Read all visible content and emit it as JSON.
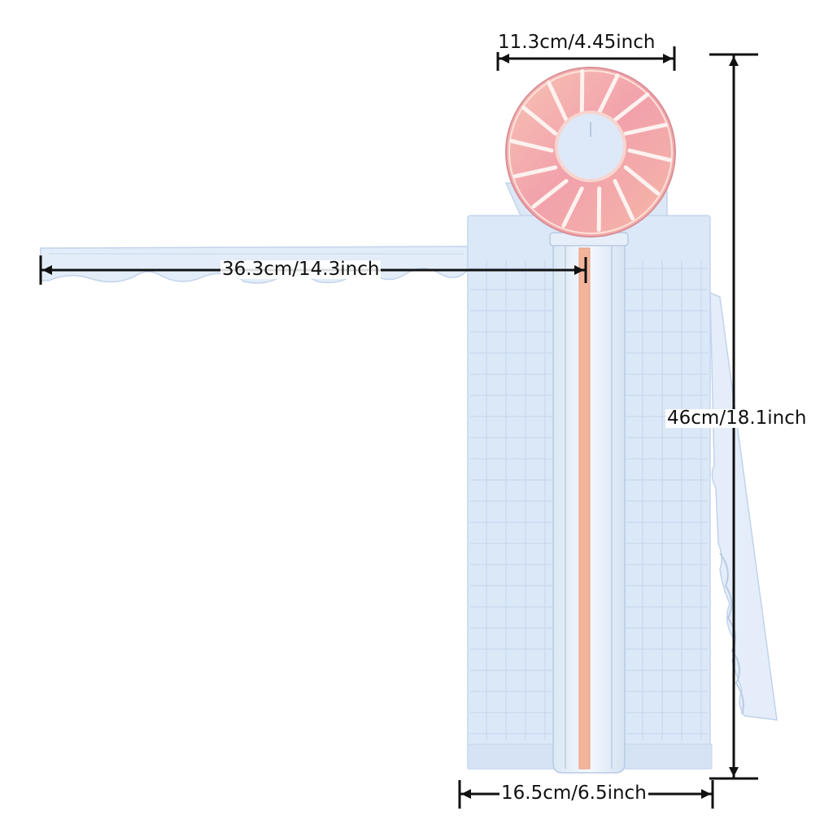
{
  "product": {
    "name": "paper trimmer",
    "colors": {
      "base": "#dbe8f8",
      "base_edge": "#c5d6ee",
      "grid_line": "#c8d7ec",
      "rail": "#e7f0fb",
      "cut_strip": "#f3b59a",
      "wheel": "#f2a6ad",
      "wheel_highlight": "#f7c6b8",
      "dimension_line": "#111111"
    }
  },
  "dimensions": {
    "top_width": "11.3cm/4.45inch",
    "ruler_length": "36.3cm/14.3inch",
    "total_height": "46cm/18.1inch",
    "base_width": "16.5cm/6.5inch"
  }
}
